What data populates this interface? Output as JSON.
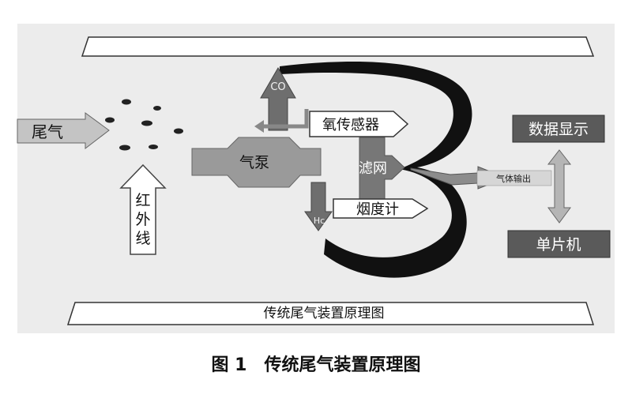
{
  "diagram": {
    "labels": {
      "exhaust": "尾气",
      "infrared": [
        "红",
        "外",
        "线"
      ],
      "pump": "气泵",
      "co": "CO",
      "oxygen_sensor": "氧传感器",
      "filter": "滤网",
      "hc": "Hc",
      "smoke_meter": "烟度计",
      "gas_output": "气体输出",
      "data_display": "数据显示",
      "mcu": "单片机",
      "bottom_banner": "传统尾气装置原理图"
    },
    "caption": "图 1　传统尾气装置原理图"
  }
}
